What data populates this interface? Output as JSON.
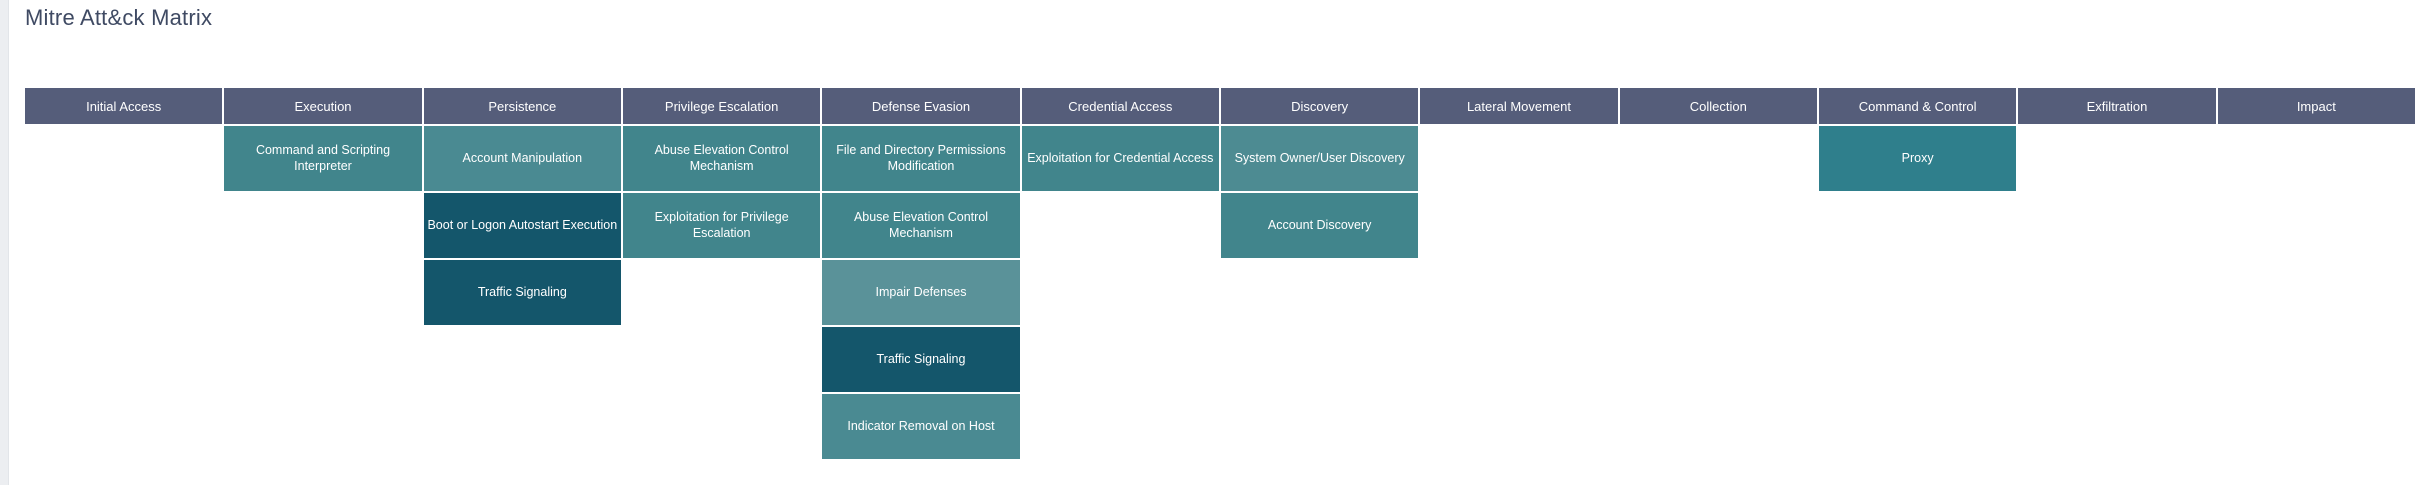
{
  "page": {
    "title": "Mitre Att&ck Matrix",
    "background": "#ffffff",
    "title_color": "#3f4a63",
    "header_color": "#555d7a"
  },
  "palette": {
    "header": "#555d7a",
    "teal_light": "#5a9299",
    "teal_mid": "#41858c",
    "teal_dark": "#14566b",
    "teal_deep": "#0f5063",
    "text": "#ffffff"
  },
  "matrix": {
    "columns": [
      {
        "header": "Initial Access",
        "cells": []
      },
      {
        "header": "Execution",
        "cells": [
          {
            "label": "Command and Scripting Interpreter",
            "color": "#41858c"
          }
        ]
      },
      {
        "header": "Persistence",
        "cells": [
          {
            "label": "Account Manipulation",
            "color": "#4a8a92"
          },
          {
            "label": "Boot or Logon Autostart Execution",
            "color": "#14566b"
          },
          {
            "label": "Traffic Signaling",
            "color": "#14566b"
          }
        ]
      },
      {
        "header": "Privilege Escalation",
        "cells": [
          {
            "label": "Abuse Elevation Control Mechanism",
            "color": "#41858c"
          },
          {
            "label": "Exploitation for Privilege Escalation",
            "color": "#41858c"
          }
        ]
      },
      {
        "header": "Defense Evasion",
        "cells": [
          {
            "label": "File and Directory Permissions Modification",
            "color": "#41858c"
          },
          {
            "label": "Abuse Elevation Control Mechanism",
            "color": "#41858c"
          },
          {
            "label": "Impair Defenses",
            "color": "#5a9299"
          },
          {
            "label": "Traffic Signaling",
            "color": "#14566b"
          },
          {
            "label": "Indicator Removal on Host",
            "color": "#4a8a92"
          }
        ]
      },
      {
        "header": "Credential Access",
        "cells": [
          {
            "label": "Exploitation for Credential Access",
            "color": "#41858c"
          }
        ]
      },
      {
        "header": "Discovery",
        "cells": [
          {
            "label": "System Owner/User Discovery",
            "color": "#4d8b92"
          },
          {
            "label": "Account Discovery",
            "color": "#41858c"
          }
        ]
      },
      {
        "header": "Lateral Movement",
        "cells": []
      },
      {
        "header": "Collection",
        "cells": []
      },
      {
        "header": "Command & Control",
        "cells": [
          {
            "label": "Proxy",
            "color": "#2f7f8c"
          }
        ]
      },
      {
        "header": "Exfiltration",
        "cells": []
      },
      {
        "header": "Impact",
        "cells": []
      }
    ]
  }
}
